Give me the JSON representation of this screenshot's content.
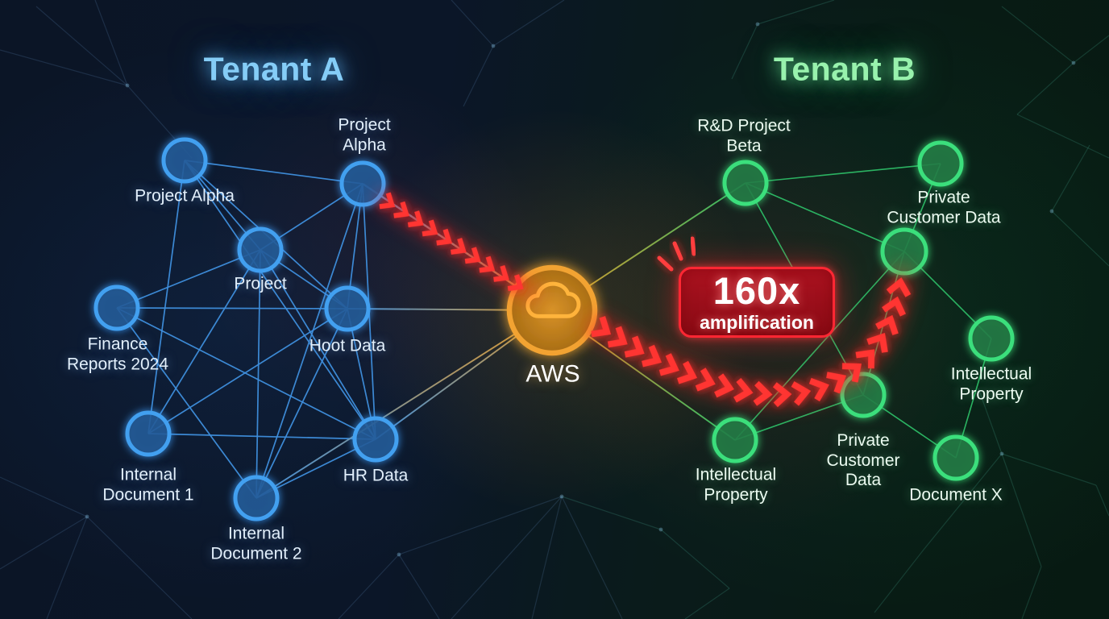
{
  "diagram": {
    "tenant_a": {
      "title": "Tenant A",
      "nodes": [
        {
          "id": "a1",
          "label": "Project Alpha"
        },
        {
          "id": "a2",
          "label": "Project\nAlpha"
        },
        {
          "id": "a3",
          "label": "Project"
        },
        {
          "id": "a4",
          "label": "Finance\nReports 2024"
        },
        {
          "id": "a5",
          "label": "Hoot Data"
        },
        {
          "id": "a6",
          "label": "Internal\nDocument 1"
        },
        {
          "id": "a7",
          "label": "HR Data"
        },
        {
          "id": "a8",
          "label": "Internal\nDocument 2"
        }
      ],
      "edges": [
        [
          "a1",
          "a2"
        ],
        [
          "a1",
          "a3"
        ],
        [
          "a1",
          "a5"
        ],
        [
          "a1",
          "a6"
        ],
        [
          "a1",
          "a7"
        ],
        [
          "a2",
          "a3"
        ],
        [
          "a2",
          "a5"
        ],
        [
          "a2",
          "a7"
        ],
        [
          "a2",
          "a8"
        ],
        [
          "a3",
          "a4"
        ],
        [
          "a3",
          "a5"
        ],
        [
          "a3",
          "a6"
        ],
        [
          "a3",
          "a7"
        ],
        [
          "a3",
          "a8"
        ],
        [
          "a4",
          "a5"
        ],
        [
          "a4",
          "a7"
        ],
        [
          "a4",
          "a8"
        ],
        [
          "a5",
          "a6"
        ],
        [
          "a5",
          "a7"
        ],
        [
          "a5",
          "a8"
        ],
        [
          "a6",
          "a7"
        ],
        [
          "a7",
          "a8"
        ]
      ]
    },
    "tenant_b": {
      "title": "Tenant B",
      "nodes": [
        {
          "id": "b1",
          "label": "R&D Project\nBeta"
        },
        {
          "id": "b2",
          "label": "Private\nCustomer Data"
        },
        {
          "id": "b3",
          "label": ""
        },
        {
          "id": "b4",
          "label": "Intellectual\nProperty"
        },
        {
          "id": "b5",
          "label": "Intellectual\nProperty"
        },
        {
          "id": "b6",
          "label": "Private\nCustomer\nData"
        },
        {
          "id": "b7",
          "label": "Document X"
        }
      ],
      "edges": [
        [
          "b1",
          "b2"
        ],
        [
          "b1",
          "b3"
        ],
        [
          "b1",
          "b6"
        ],
        [
          "b2",
          "b3"
        ],
        [
          "b3",
          "b4"
        ],
        [
          "b3",
          "b5"
        ],
        [
          "b3",
          "b6"
        ],
        [
          "b4",
          "b7"
        ],
        [
          "b5",
          "b6"
        ],
        [
          "b6",
          "b7"
        ]
      ]
    },
    "hub": {
      "id": "aws",
      "label": "AWS",
      "icon": "cloud-icon"
    },
    "hub_links": [
      {
        "node": "a2",
        "side": "a"
      },
      {
        "node": "a5",
        "side": "a"
      },
      {
        "node": "a7",
        "side": "a"
      },
      {
        "node": "a8",
        "side": "a"
      },
      {
        "node": "b1",
        "side": "b"
      },
      {
        "node": "b5",
        "side": "b"
      }
    ],
    "attack_flows": [
      {
        "from": "a2",
        "to": "aws"
      },
      {
        "from": "aws",
        "to": "b3"
      }
    ],
    "badge": {
      "value": "160x",
      "caption": "amplification"
    },
    "colors": {
      "tenant_a_accent": "#4aa3f2",
      "tenant_b_accent": "#3ee07e",
      "hub_accent": "#f2a332",
      "alert_accent": "#ff2a2e"
    }
  }
}
